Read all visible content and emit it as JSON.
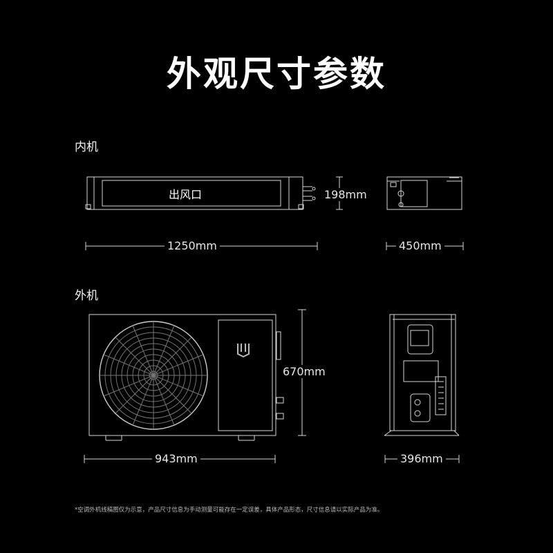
{
  "title": "外观尺寸参数",
  "indoor": {
    "label": "内机",
    "outlet_label": "出风口",
    "width": "1250mm",
    "height": "198mm",
    "depth": "450mm"
  },
  "outdoor": {
    "label": "外机",
    "width": "943mm",
    "height": "670mm",
    "depth": "396mm"
  },
  "note": "*空调外机线稿图仅为示意，产品尺寸信息为手动测量可能存在一定误差，具体产品形态，尺寸信息请以实际产品为准。"
}
